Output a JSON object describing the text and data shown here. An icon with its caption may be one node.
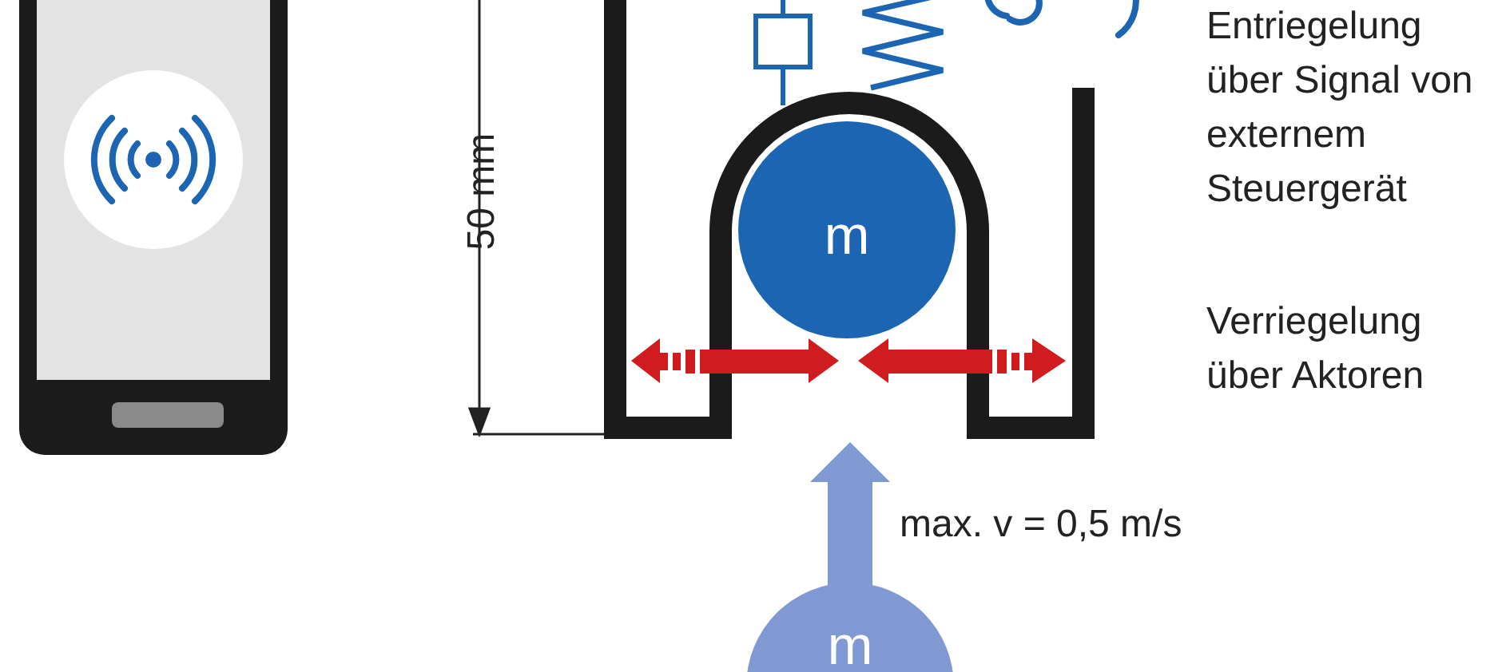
{
  "diagram": {
    "nodes": [
      {
        "text": [
          "m"
        ]
      },
      {
        "text": [
          "m"
        ]
      }
    ],
    "labels": [
      "50 mm",
      "Entriegelung über Signal von externem Steuergerät",
      "Verriegelung über Aktoren",
      "max. v = 0,5 m/s"
    ]
  }
}
